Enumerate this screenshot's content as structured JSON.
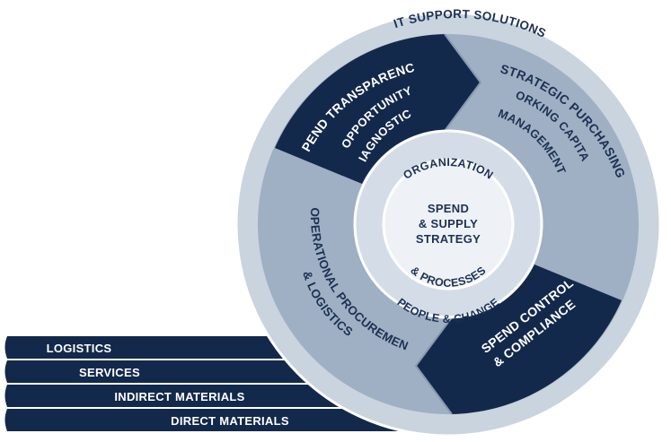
{
  "outer_ring": {
    "label": "IT SUPPORT SOLUTIONS"
  },
  "arrows": {
    "spend_transparency": "SPEND TRANSPARENCY",
    "strategic_purchasing": "STRATEGIC PURCHASING",
    "spend_control": {
      "line1": "SPEND CONTROL",
      "line2": "& COMPLIANCE"
    },
    "operational_procurement": {
      "line1": "OPERATIONAL PROCUREMENT",
      "line2": "& LOGISTICS"
    }
  },
  "inner_segments": {
    "opportunity_diagnostics": {
      "line1": "OPPORTUNITY",
      "line2": "DIAGNOSTICS"
    },
    "working_capital": {
      "line1": "WORKING CAPITAL",
      "line2": "MANAGEMENT"
    }
  },
  "inner_ring": {
    "organization": "ORGANIZATION",
    "processes": "& PROCESSES",
    "people": "PEOPLE & CHANGE"
  },
  "center": {
    "line1": "SPEND",
    "line2": "& SUPPLY",
    "line3": "STRATEGY"
  },
  "categories": [
    "LOGISTICS",
    "SERVICES",
    "INDIRECT MATERIALS",
    "DIRECT MATERIALS"
  ],
  "colors": {
    "navy": "#13294b",
    "gray_blue": "#9fb0c4",
    "light_ring": "#c9d4df",
    "inner_ring": "#d4dde7",
    "center": "#eef2f6",
    "text_dark": "#1c3152"
  }
}
